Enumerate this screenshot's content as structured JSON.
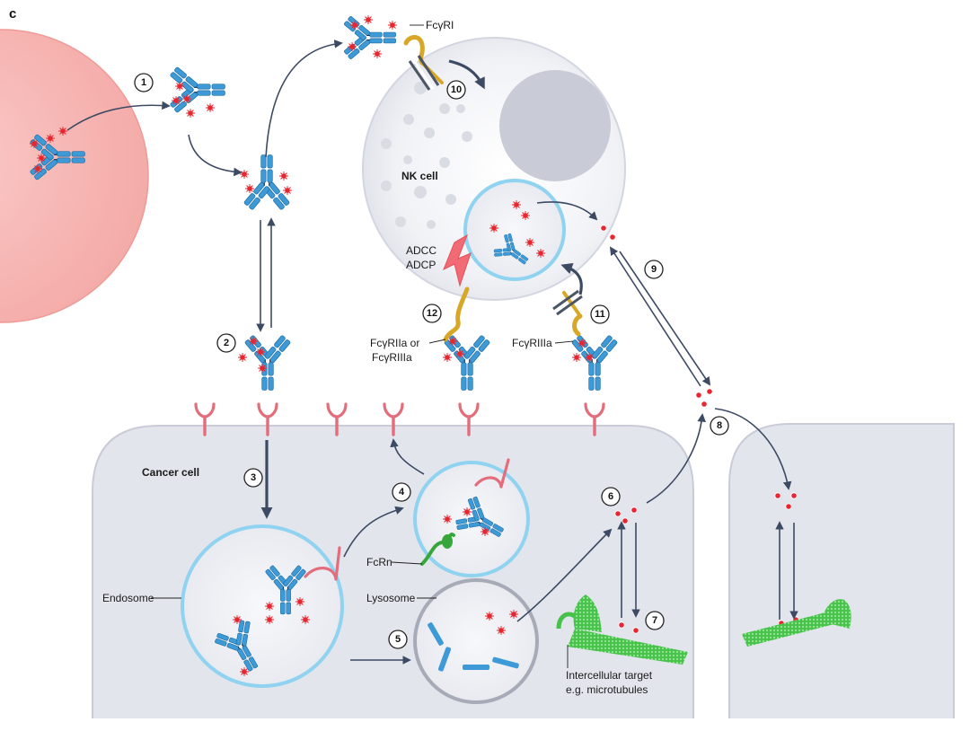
{
  "panel_label": "c",
  "cells": {
    "nk_cell": "NK cell",
    "cancer_cell": "Cancer cell"
  },
  "organelles": {
    "endosome": "Endosome",
    "lysosome": "Lysosome"
  },
  "receptors": {
    "fcgri": "FcγRI",
    "fcgriia_or": "FcγRIIa or",
    "fcgriiia_alt": "FcγRIIIa",
    "fcgriiia": "FcγRIIIa",
    "fcrn": "FcRn"
  },
  "effects": {
    "adcc": "ADCC",
    "adcp": "ADCP"
  },
  "target": {
    "line1": "Intercellular target",
    "line2": "e.g. microtubules"
  },
  "steps": [
    "1",
    "2",
    "3",
    "4",
    "5",
    "6",
    "7",
    "8",
    "9",
    "10",
    "11",
    "12"
  ],
  "colors": {
    "antibody": "#3e9ad6",
    "antibody_dark": "#1d6ea6",
    "payload": "#e8262f",
    "receptor": "#e36d7a",
    "fc_receptor": "#d8a727",
    "fcrn": "#36a83b",
    "microtubule": "#4cc84c",
    "vesicle_ring": "#8fd3f0",
    "blood_cell": "#f7b8b6",
    "cell_fill": "#e3e5ec",
    "arrow": "#3d4a63"
  }
}
